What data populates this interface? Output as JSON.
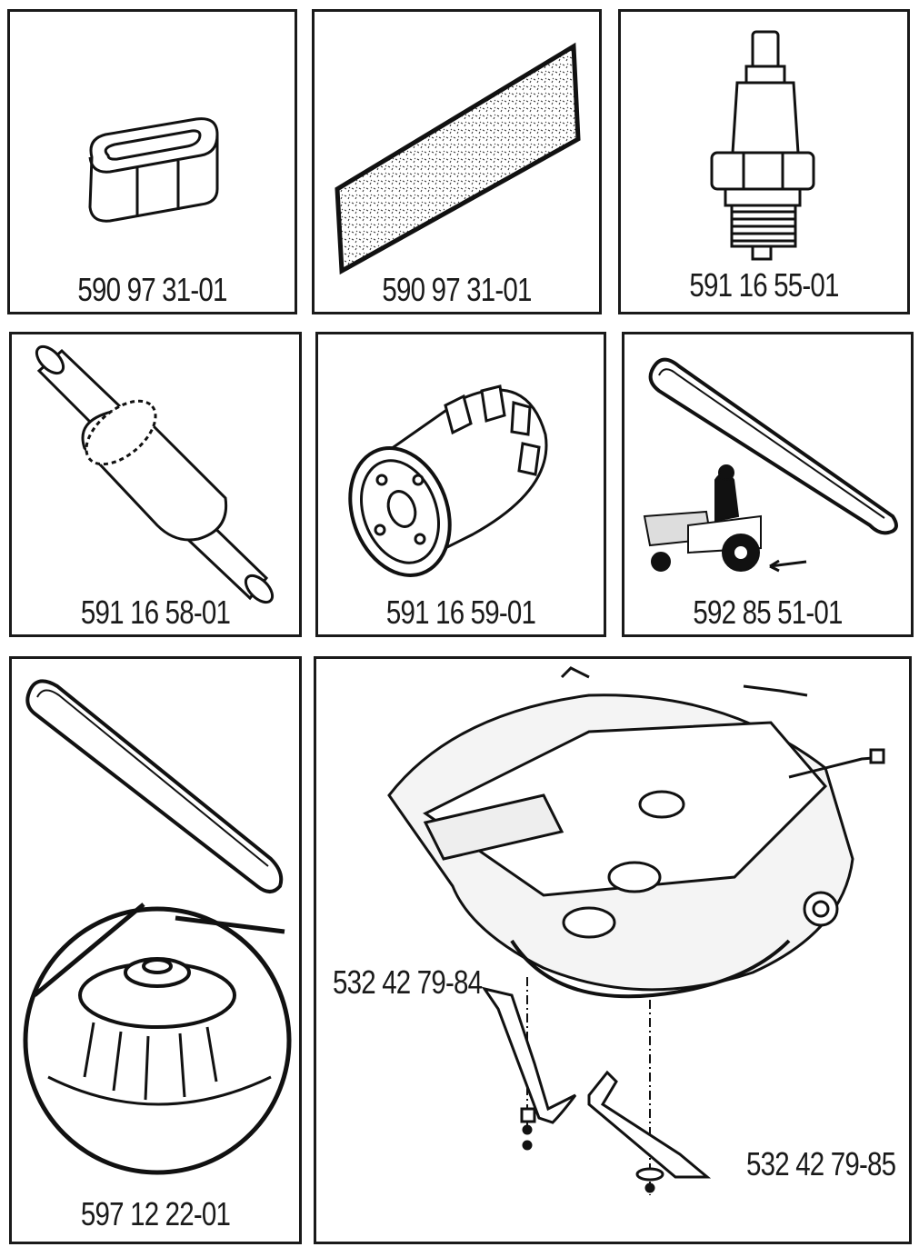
{
  "parts": [
    {
      "name": "air-filter",
      "number": "590 97 31-01"
    },
    {
      "name": "pre-filter",
      "number": "590 97 31-01"
    },
    {
      "name": "spark-plug",
      "number": "591 16 55-01"
    },
    {
      "name": "fuel-filter",
      "number": "591 16 58-01"
    },
    {
      "name": "oil-filter",
      "number": "591 16 59-01"
    },
    {
      "name": "drive-belt",
      "number": "592 85 51-01"
    },
    {
      "name": "deck-belt-and-pulley",
      "number": "597 12 22-01"
    },
    {
      "name": "mower-deck-blades",
      "blade_left": "532 42 79-84",
      "blade_right": "532 42 79-85"
    }
  ]
}
